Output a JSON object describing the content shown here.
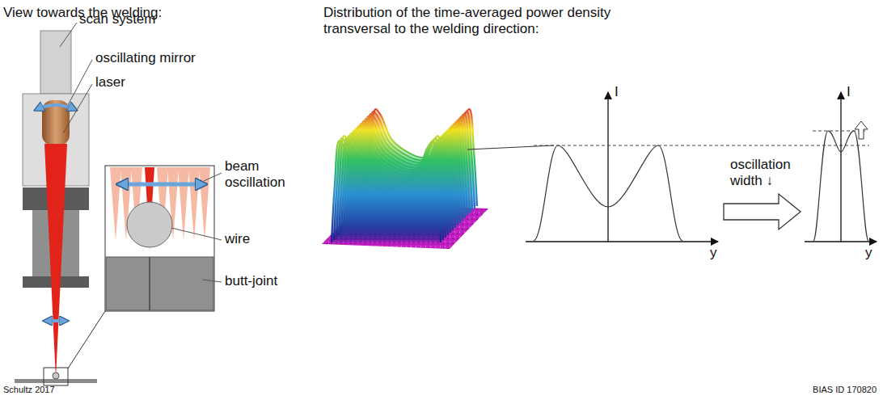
{
  "diagram": {
    "labels": [
      "View towards the welding:",
      "Distribution of the time-averaged power density transversal to the welding direction:",
      "scan system",
      "oscillating mirror",
      "laser",
      "beam oscillation",
      "wire",
      "butt-joint",
      "I",
      "y",
      "oscillation width ↓",
      "I",
      "y",
      "Schultz 2017",
      "BIAS ID 170820"
    ]
  }
}
